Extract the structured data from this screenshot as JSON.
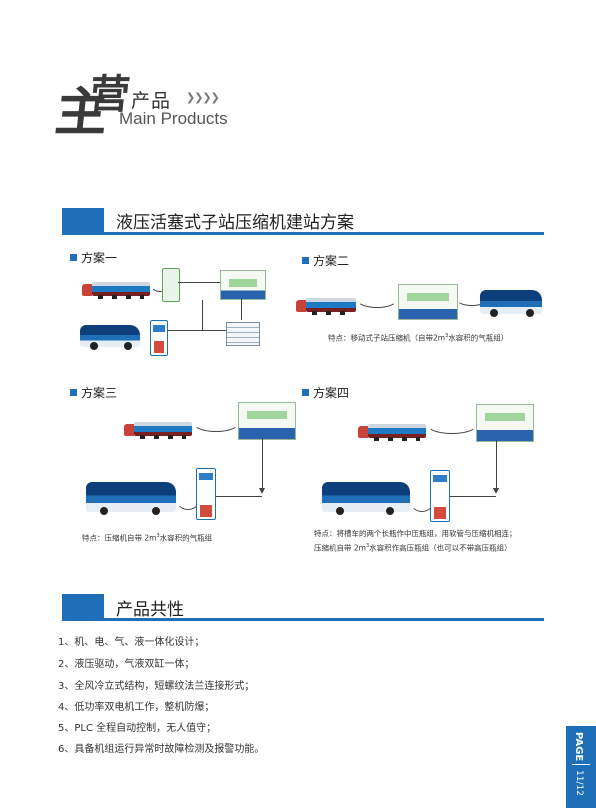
{
  "header": {
    "brand_char1": "主",
    "brand_char2": "营",
    "subtitle": "产品",
    "arrows": "❯❯❯❯",
    "english": "Main Products"
  },
  "section1": {
    "title": "液压活塞式子站压缩机建站方案"
  },
  "schemes": {
    "s1": {
      "label": "方案一"
    },
    "s2": {
      "label": "方案二",
      "note_prefix": "特点：移动式子站压缩机（自带2m",
      "note_sup": "3",
      "note_suffix": "水容积的气瓶组）"
    },
    "s3": {
      "label": "方案三",
      "note_prefix": "特点：压缩机自带 2m",
      "note_sup": "3",
      "note_suffix": "水容积的气瓶组"
    },
    "s4": {
      "label": "方案四",
      "note_line1": "特点：将槽车的两个长瓶作中压瓶组，用软管与压缩机相连；",
      "note_line2_prefix": "压缩机自带 2m",
      "note_sup": "3",
      "note_line2_suffix": "水容积作高压瓶组（也可以不带高压瓶组）"
    }
  },
  "section2": {
    "title": "产品共性"
  },
  "features": [
    "1、机、电、气、液一体化设计；",
    "2、液压驱动，气液双缸一体；",
    "3、全风冷立式结构，短螺纹法兰连接形式；",
    "4、低功率双电机工作，整机防爆；",
    "5、PLC 全程自动控制，无人值守；",
    "6、具备机组运行异常时故障检测及报警功能。"
  ],
  "page": {
    "label": "PAGE",
    "number": "11/12"
  },
  "colors": {
    "accent": "#1f6fb8"
  },
  "icons": [
    "arrow-chevrons-icon",
    "tube-trailer-icon",
    "bus-icon",
    "compressor-icon",
    "dispenser-icon",
    "storage-cylinder-icon"
  ]
}
